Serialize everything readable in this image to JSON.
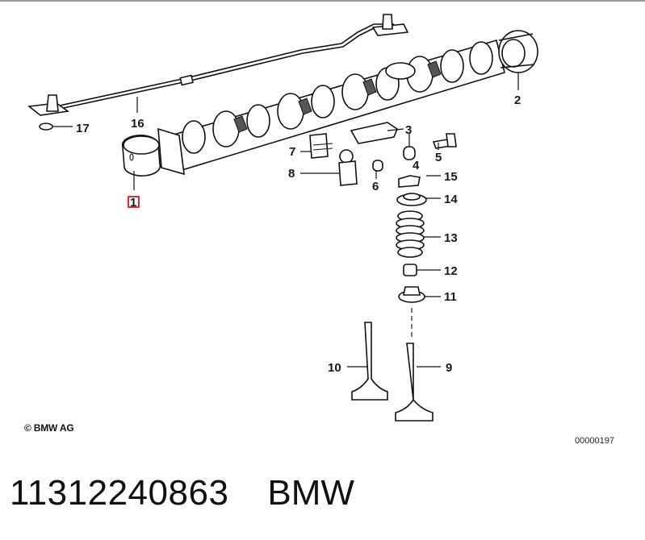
{
  "diagram": {
    "labels": {
      "l1": "1",
      "l2": "2",
      "l3": "3",
      "l4": "4",
      "l5": "5",
      "l6": "6",
      "l7": "7",
      "l8": "8",
      "l9": "9",
      "l10": "10",
      "l11": "11",
      "l12": "12",
      "l13": "13",
      "l14": "14",
      "l15": "15",
      "l16": "16",
      "l17": "17"
    },
    "highlight_color": "#e8141b",
    "copyright": "© BMW AG",
    "diagram_id": "00000197"
  },
  "caption": {
    "part_number": "11312240863",
    "brand": "BMW"
  }
}
